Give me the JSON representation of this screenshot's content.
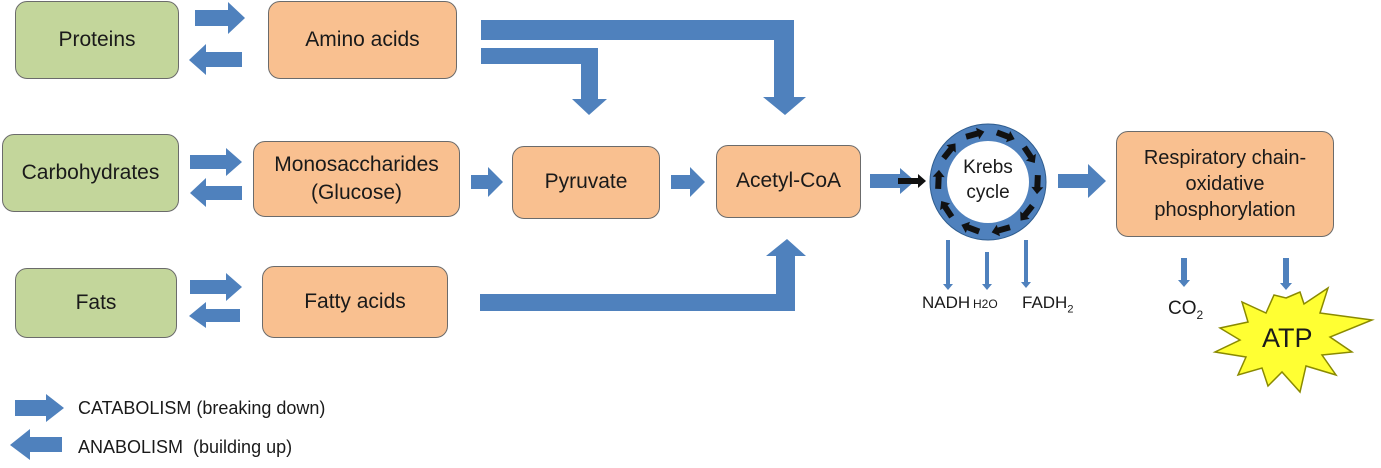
{
  "colors": {
    "arrow": "#4f81bd",
    "source_box": "#c3d69b",
    "intermediate_box": "#f9c090",
    "atp_burst": "#ffff33",
    "cycle_marker": "#111111"
  },
  "sources": [
    {
      "id": "proteins",
      "label": "Proteins"
    },
    {
      "id": "carbohydrates",
      "label": "Carbohydrates"
    },
    {
      "id": "fats",
      "label": "Fats"
    }
  ],
  "intermediates": {
    "amino_acids": "Amino acids",
    "monosaccharides_line1": "Monosaccharides",
    "monosaccharides_line2": "(Glucose)",
    "fatty_acids": "Fatty acids",
    "pyruvate": "Pyruvate",
    "acetyl_coa": "Acetyl-CoA"
  },
  "krebs": {
    "line1": "Krebs",
    "line2": "cycle",
    "outputs": {
      "nadh": "NADH",
      "h2o": "H2O",
      "fadh2_base": "FADH",
      "fadh2_sub": "2"
    }
  },
  "respiratory": {
    "line1": "Respiratory chain-",
    "line2": "oxidative",
    "line3": "phosphorylation",
    "outputs": {
      "co2_base": "CO",
      "co2_sub": "2",
      "atp": "ATP"
    }
  },
  "legend": {
    "catabolism": "CATABOLISM (breaking down)",
    "anabolism": "ANABOLISM  (building up)"
  }
}
